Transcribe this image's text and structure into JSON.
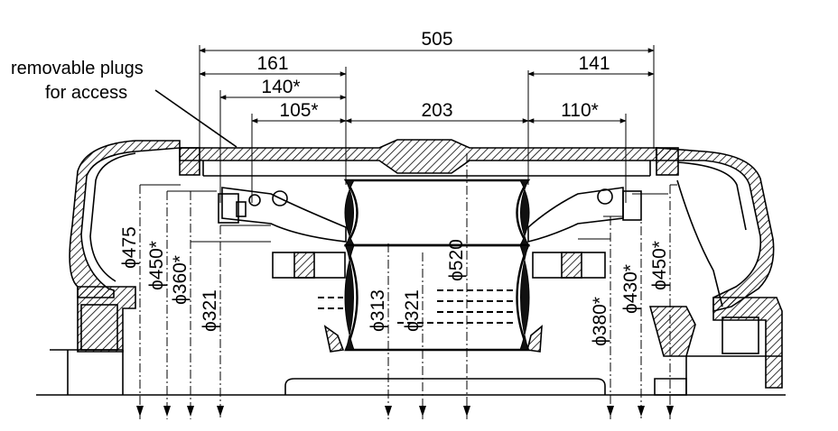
{
  "figure": {
    "annotation": {
      "line1": "removable plugs",
      "line2": "for access"
    },
    "horizontal_dims": {
      "overall": "505",
      "left_outer": "161",
      "left_mid": "140*",
      "left_inner": "105*",
      "center": "203",
      "right_outer": "141",
      "right_inner": "110*"
    },
    "diameters": {
      "d475": "ϕ475",
      "d450_left": "ϕ450*",
      "d360": "ϕ360*",
      "d321_left": "ϕ321",
      "d313": "ϕ313",
      "d321_center": "ϕ321",
      "d520": "ϕ520",
      "d380": "ϕ380*",
      "d430": "ϕ430*",
      "d450_right": "ϕ450*"
    }
  }
}
